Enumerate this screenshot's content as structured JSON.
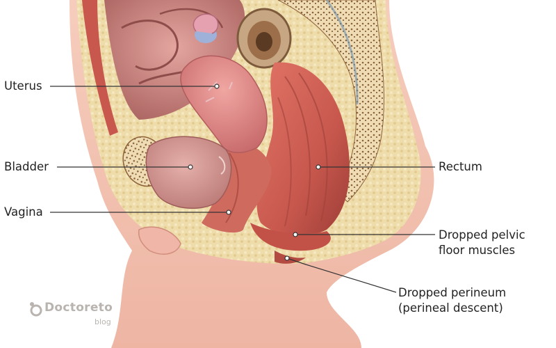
{
  "labels": {
    "uterus": "Uterus",
    "bladder": "Bladder",
    "vagina": "Vagina",
    "rectum": "Rectum",
    "pelvic_floor_line1": "Dropped pelvic",
    "pelvic_floor_line2": "floor muscles",
    "perineum_line1": "Dropped perineum",
    "perineum_line2": "(perineal descent)"
  },
  "logo": {
    "name": "Doctoreto",
    "subtitle": "blog"
  },
  "colors": {
    "muscle": "#c8584e",
    "muscle_dark": "#9c3d36",
    "fat": "#ecd9a6",
    "bone": "#e9d3a8",
    "skin": "#f3c2b1",
    "organ_pink": "#d98a8b",
    "leader_line": "#333333"
  }
}
